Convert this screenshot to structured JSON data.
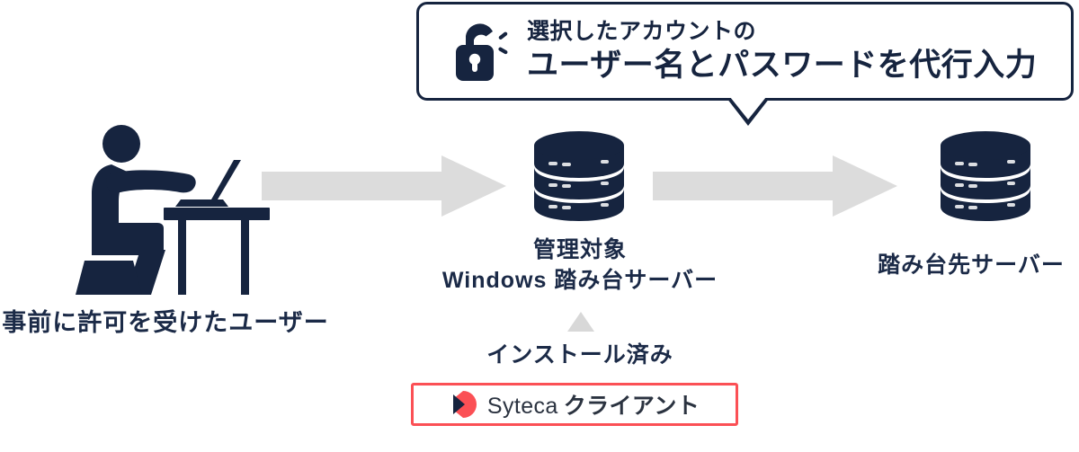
{
  "diagram": {
    "callout": {
      "icon": "open-padlock-icon",
      "line1": "選択したアカウントの",
      "line2": "ユーザー名とパスワードを代行入力",
      "border_color": "#16243f",
      "text_color": "#16243f",
      "background_color": "#ffffff"
    },
    "nodes": [
      {
        "id": "user",
        "icon": "person-at-laptop-icon",
        "label": "事前に許可を受けたユーザー",
        "color": "#16243f"
      },
      {
        "id": "bastion-server",
        "icon": "database-server-icon",
        "label_line1": "管理対象",
        "label_line2": "Windows 踏み台サーバー",
        "color": "#16243f"
      },
      {
        "id": "target-server",
        "icon": "database-server-icon",
        "label": "踏み台先サーバー",
        "color": "#16243f"
      }
    ],
    "arrows": [
      {
        "id": "arrow-user-to-bastion",
        "direction": "right",
        "color": "#dcdcdc"
      },
      {
        "id": "arrow-bastion-to-target",
        "direction": "right",
        "color": "#dcdcdc"
      }
    ],
    "installed": {
      "pointer_icon": "up-triangle-icon",
      "pointer_color": "#d8d8d8",
      "label": "インストール済み"
    },
    "syteca_client": {
      "logo_icon": "syteca-logo-icon",
      "brand": "Syteca",
      "suffix": "クライアント",
      "border_color": "#fb5055",
      "logo_navy": "#16243f",
      "logo_red": "#fb5055",
      "text_color": "#2b3340"
    }
  }
}
